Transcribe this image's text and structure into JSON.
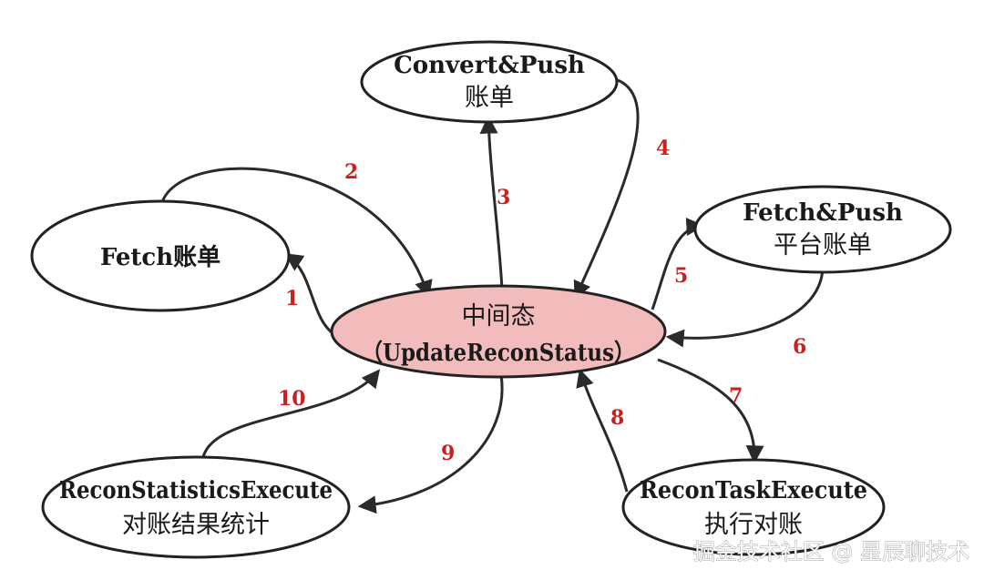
{
  "nodes": {
    "center": {
      "title": "中间态",
      "subtitle": "（UpdateReconStatus）"
    },
    "convert_push": {
      "title": "Convert&Push",
      "subtitle": "账单"
    },
    "fetch": {
      "title": "Fetch账单"
    },
    "fetch_push": {
      "title": "Fetch&Push",
      "subtitle": "平台账单"
    },
    "recon_statistics": {
      "title": "ReconStatisticsExecute",
      "subtitle": "对账结果统计"
    },
    "recon_task": {
      "title": "ReconTaskExecute",
      "subtitle": "执行对账"
    }
  },
  "edges": [
    {
      "label": "1",
      "from": "中间态",
      "to": "Fetch账单"
    },
    {
      "label": "2",
      "from": "Fetch账单",
      "to": "中间态"
    },
    {
      "label": "3",
      "from": "中间态",
      "to": "Convert&Push账单"
    },
    {
      "label": "4",
      "from": "Convert&Push账单",
      "to": "中间态"
    },
    {
      "label": "5",
      "from": "中间态",
      "to": "Fetch&Push平台账单"
    },
    {
      "label": "6",
      "from": "Fetch&Push平台账单",
      "to": "中间态"
    },
    {
      "label": "7",
      "from": "中间态",
      "to": "ReconTaskExecute执行对账"
    },
    {
      "label": "8",
      "from": "ReconTaskExecute执行对账",
      "to": "中间态"
    },
    {
      "label": "9",
      "from": "中间态",
      "to": "ReconStatisticsExecute对账结果统计"
    },
    {
      "label": "10",
      "from": "ReconStatisticsExecute对账结果统计",
      "to": "中间态"
    }
  ],
  "colors": {
    "center_fill": "#f2bcbc",
    "edge_label": "#cc1f1f",
    "stroke": "#222222"
  },
  "watermark": "掘金技术社区 @ 星辰聊技术"
}
